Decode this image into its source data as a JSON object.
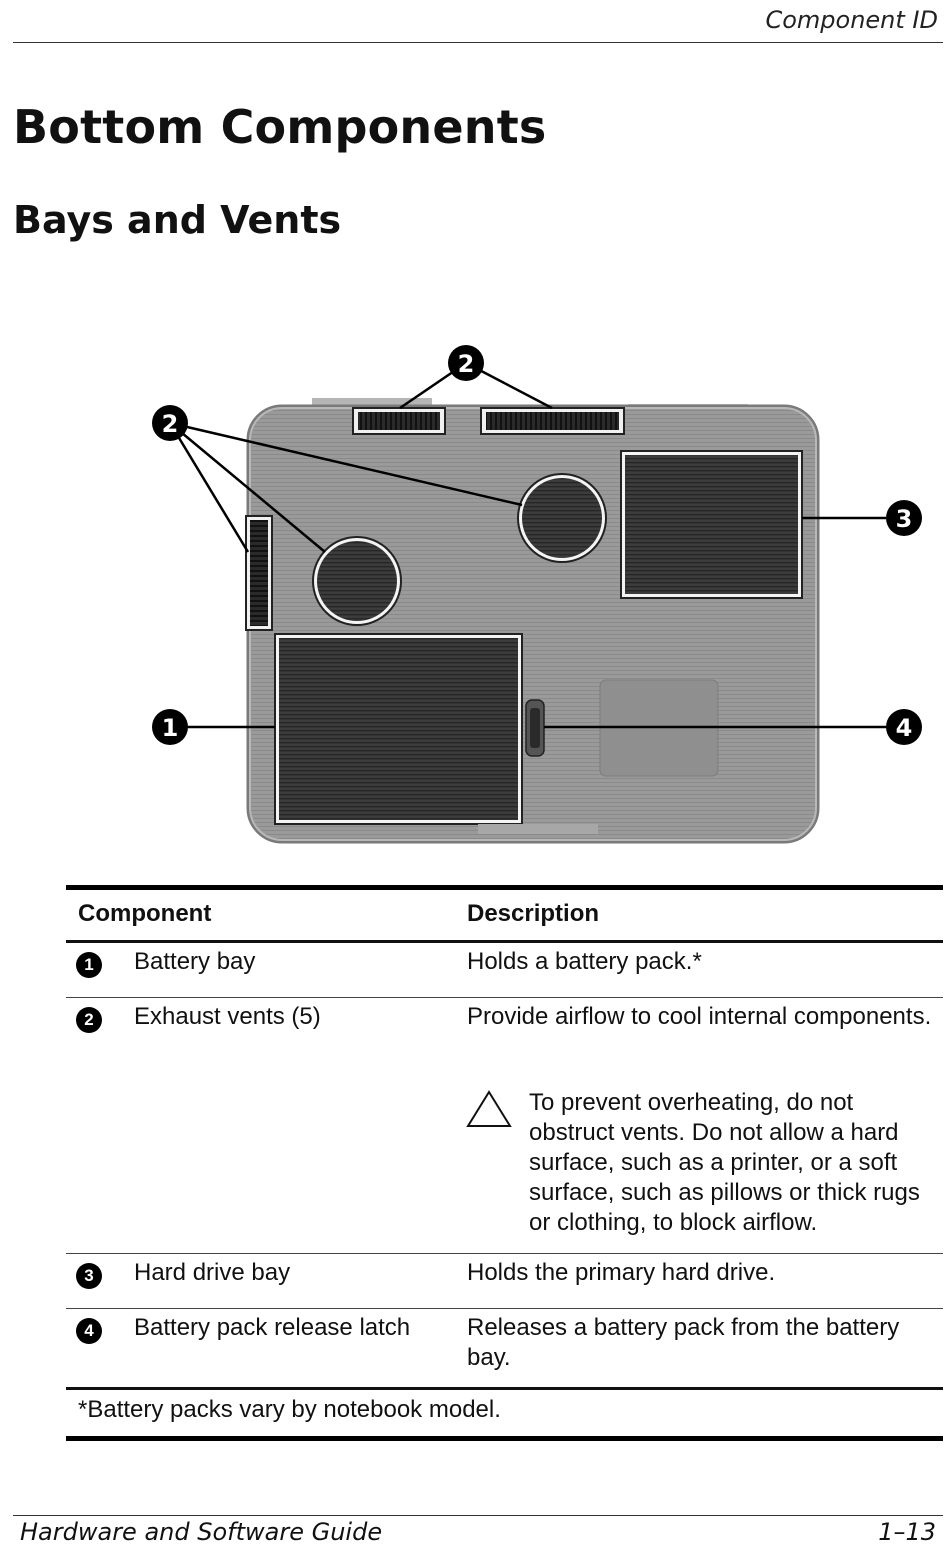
{
  "header": {
    "running_title": "Component ID"
  },
  "headings": {
    "title": "Bottom Components",
    "subtitle": "Bays and Vents"
  },
  "figure": {
    "callouts": [
      "1",
      "2",
      "3",
      "4"
    ],
    "icons": [
      "computer-bottom-illustration"
    ]
  },
  "table": {
    "columns": [
      "Component",
      "Description"
    ],
    "rows": [
      {
        "num": "1",
        "component": "Battery bay",
        "description": "Holds a battery pack.*"
      },
      {
        "num": "2",
        "component": "Exhaust vents (5)",
        "description": "Provide airflow to cool internal components.",
        "caution": "To prevent overheating, do not obstruct vents. Do not allow a hard surface, such as a printer, or a soft surface, such as pillows or thick rugs or clothing, to block airflow."
      },
      {
        "num": "3",
        "component": "Hard drive bay",
        "description": "Holds the primary hard drive."
      },
      {
        "num": "4",
        "component": "Battery pack release latch",
        "description": "Releases a battery pack from the battery bay."
      }
    ],
    "footnote": "*Battery packs vary by notebook model."
  },
  "footer": {
    "book_title": "Hardware and Software Guide",
    "page_number": "1–13"
  }
}
